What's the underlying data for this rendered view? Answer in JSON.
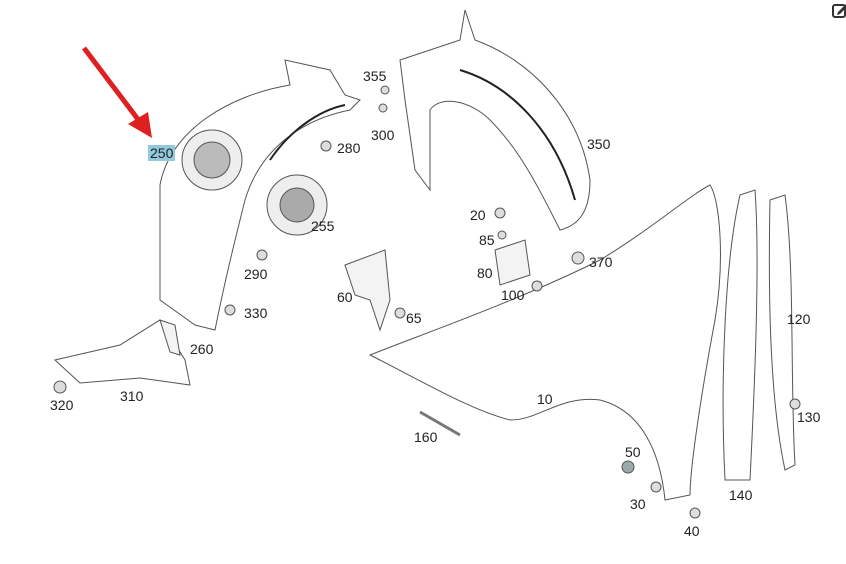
{
  "diagram": {
    "highlighted_part": "250",
    "arrow_color": "#e02020",
    "highlight_color": "#92c9dc",
    "labels": {
      "p250": "250",
      "p355": "355",
      "p300": "300",
      "p280": "280",
      "p350": "350",
      "p255": "255",
      "p290": "290",
      "p330": "330",
      "p260": "260",
      "p310": "310",
      "p320": "320",
      "p20": "20",
      "p85": "85",
      "p370": "370",
      "p80": "80",
      "p100": "100",
      "p60": "60",
      "p65": "65",
      "p120": "120",
      "p10": "10",
      "p130": "130",
      "p160": "160",
      "p50": "50",
      "p30": "30",
      "p140": "140",
      "p40": "40"
    }
  },
  "toolbar": {
    "edit_icon": "edit-icon"
  }
}
